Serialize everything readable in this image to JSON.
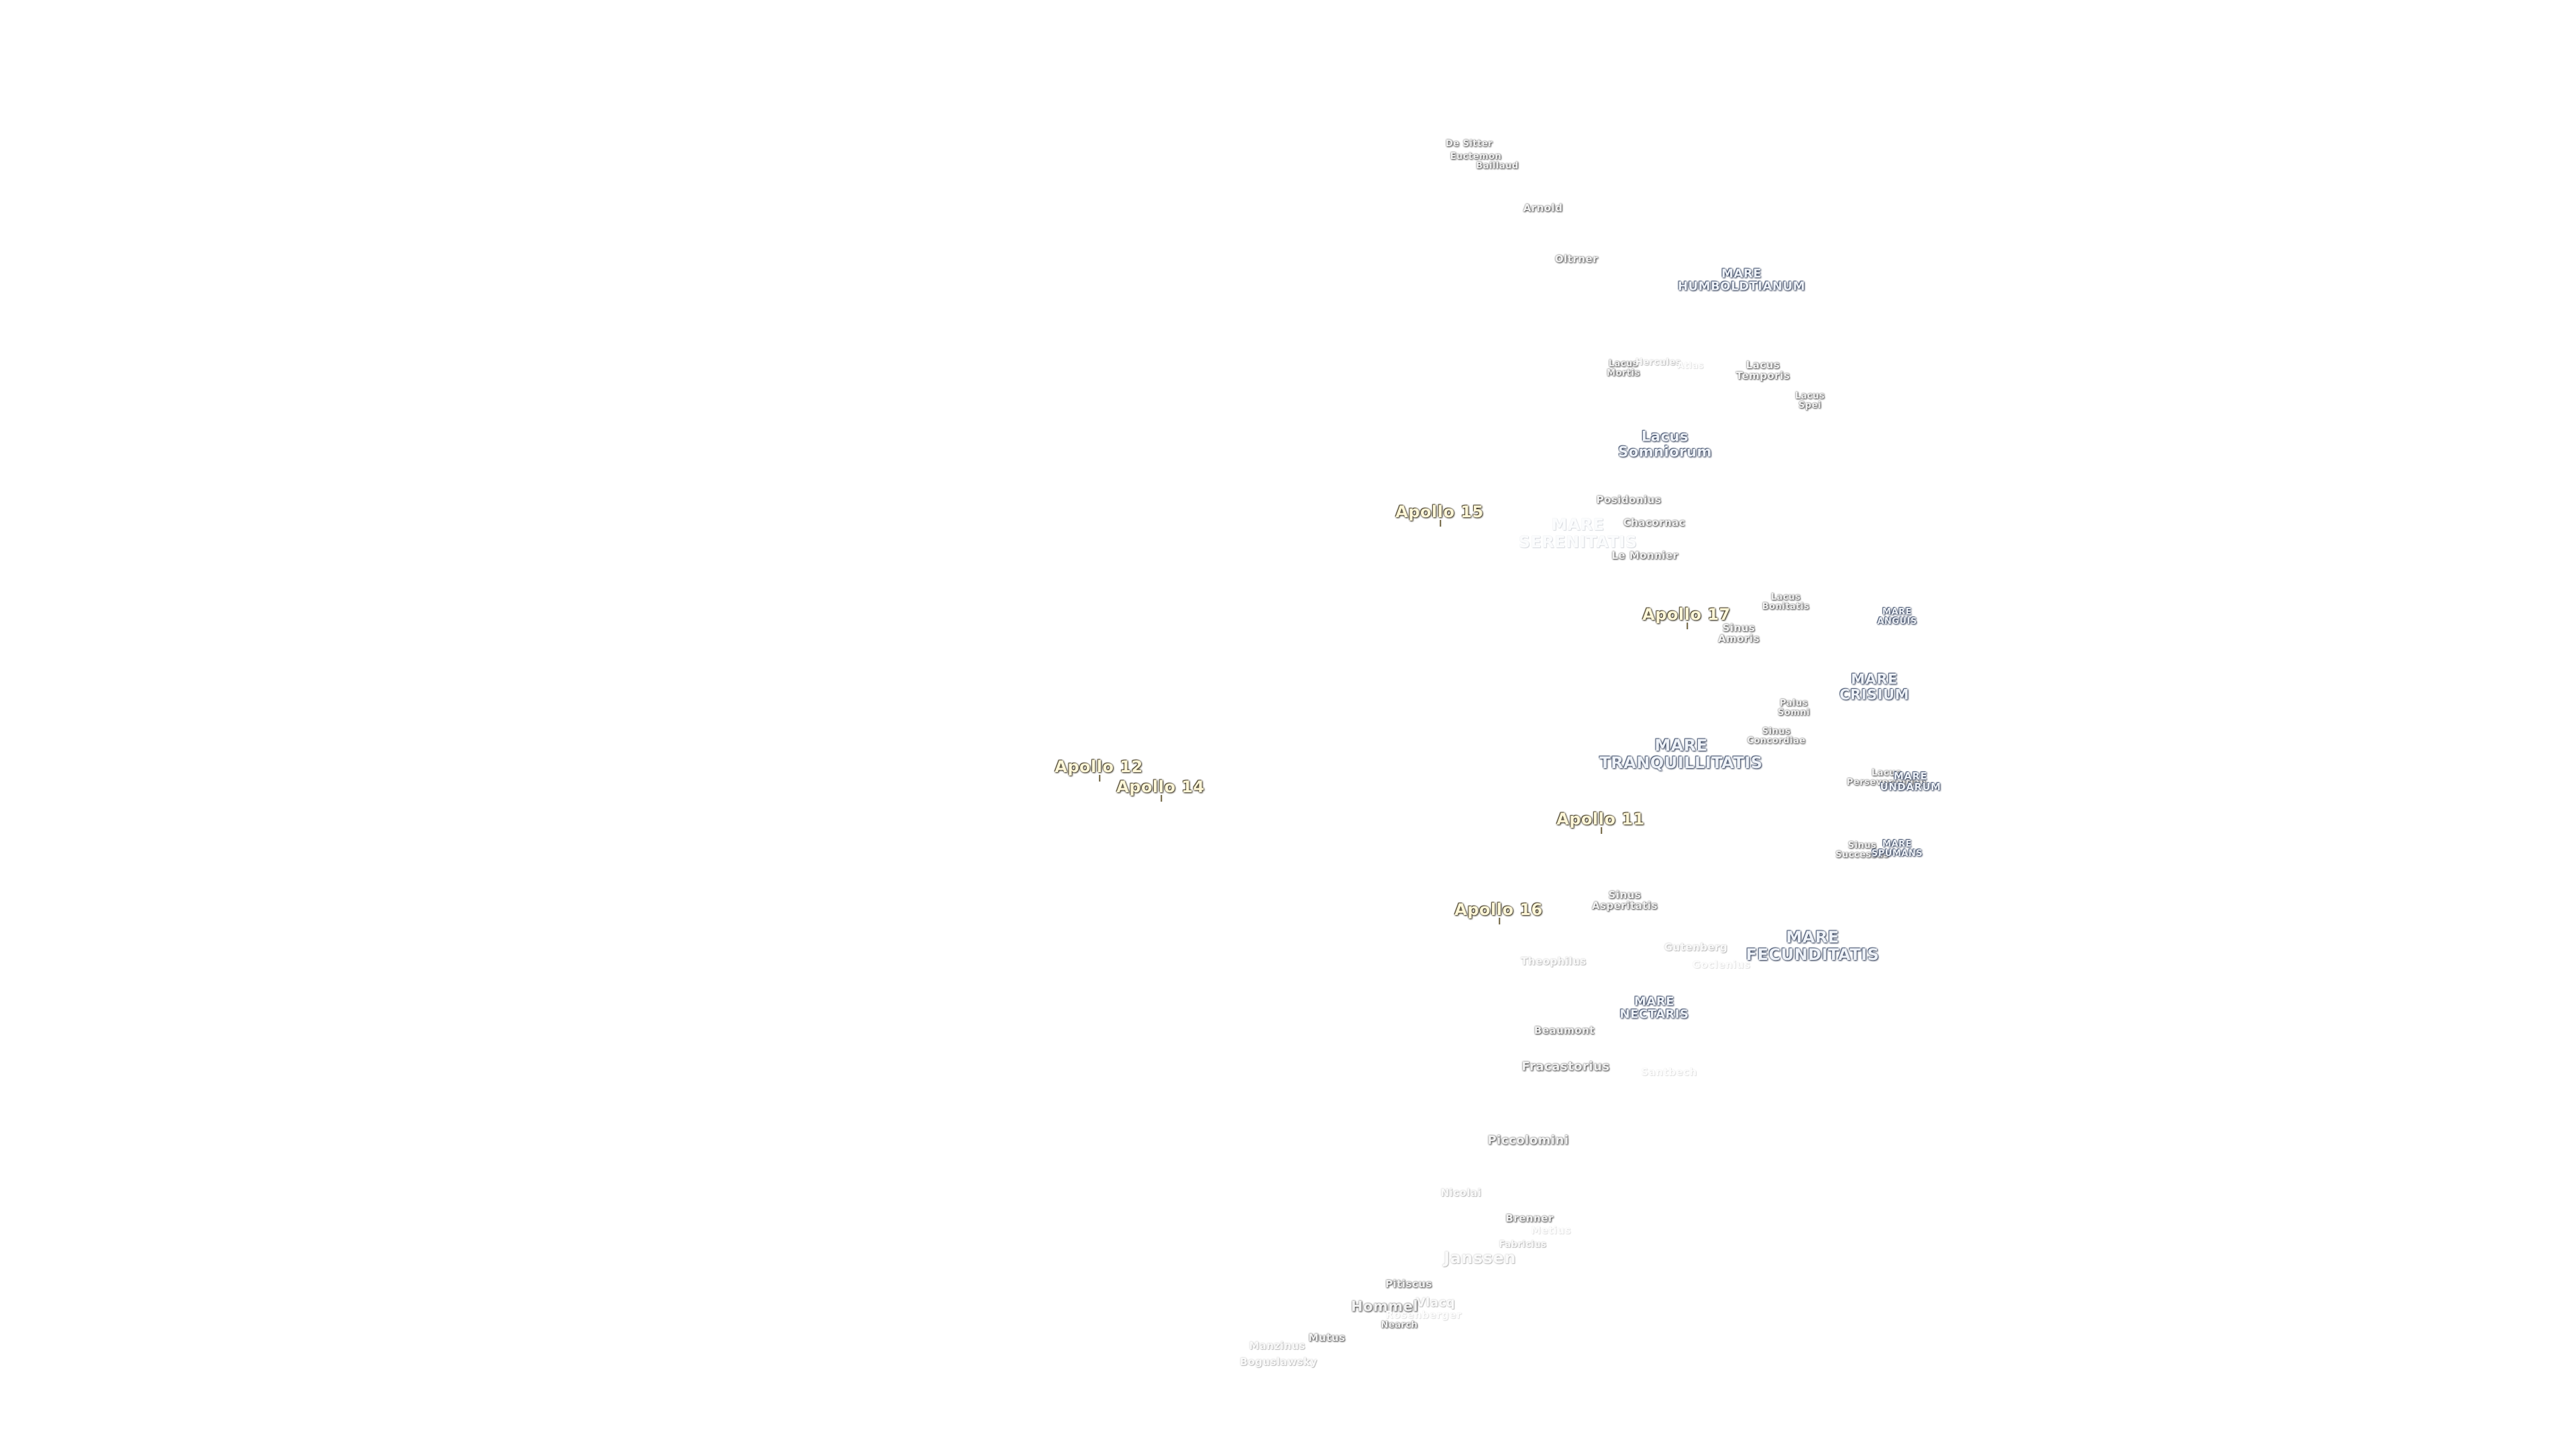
{
  "labels": {
    "de_sitter": "De Sitter",
    "euctemon": "Euctemon",
    "baillaud": "Baillaud",
    "arnold": "Arnold",
    "oltrner": "Oltrner",
    "mare_humboldtianum": "MARE\nHUMBOLDTIANUM",
    "lacus_mortis": "Lacus\nMortis",
    "hercules": "Hercules",
    "atlas": "Atlas",
    "lacus_temporis": "Lacus\nTemporis",
    "lacus_spei": "Lacus\nSpei",
    "lacus_somniorum": "Lacus\nSomniorum",
    "posidonius": "Posidonius",
    "chacornac": "Chacornac",
    "mare_serenitatis": "MARE\nSERENITATIS",
    "le_monnier": "Le Monnier",
    "apollo_15": "Apollo 15",
    "lacus_bonitatis": "Lacus\nBonitatis",
    "apollo_17": "Apollo 17",
    "sinus_amoris": "Sinus\nAmoris",
    "mare_anguis": "MARE\nANGUIS",
    "mare_crisium": "MARE\nCRISIUM",
    "palus_somni": "Palus\nSomni",
    "sinus_concordiae": "Sinus\nConcordiae",
    "mare_tranquillitatis": "MARE\nTRANQUILLITATIS",
    "lacus_perseverantiae": "Lacus\nPerseverantiae",
    "mare_undarum": "MARE\nUNDARUM",
    "apollo_12": "Apollo 12",
    "apollo_14": "Apollo 14",
    "apollo_11": "Apollo 11",
    "sinus_successus": "Sinus\nSuccessus",
    "mare_spumans": "MARE\nSPUMANS",
    "apollo_16": "Apollo 16",
    "sinus_asperitatis": "Sinus\nAsperitatis",
    "gutenberg": "Gutenberg",
    "goclenius": "Goclenius",
    "mare_fecunditatis": "MARE\nFECUNDITATIS",
    "theophilus": "Theophilus",
    "mare_nectaris": "MARE\nNECTARIS",
    "beaumont": "Beaumont",
    "fracastorius": "Fracastorius",
    "santbech": "Santbech",
    "piccolomini": "Piccolomini",
    "nicolai": "Nicolai",
    "brenner": "Brenner",
    "metius": "Metius",
    "fabricius": "Fabricius",
    "janssen": "Janssen",
    "pitiscus": "Pitiscus",
    "vlacq": "Vlacq",
    "hommel": "Hommel",
    "rosenberger": "Rosenberger",
    "nearch": "Nearch",
    "manzinus": "Manzinus",
    "mutus": "Mutus",
    "boguslawsky": "Boguslawsky"
  }
}
